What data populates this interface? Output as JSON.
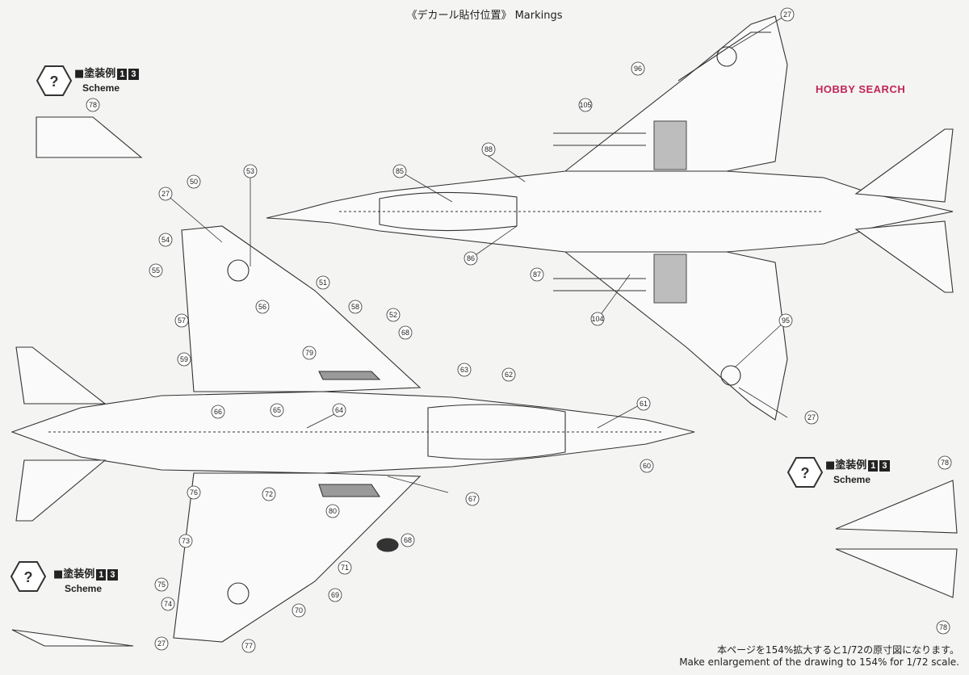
{
  "title": "《デカール貼付位置》 Markings",
  "scheme_labels": [
    {
      "label": "■塗装例",
      "badges": [
        "1",
        "3"
      ],
      "sub": "Scheme"
    },
    {
      "label": "■塗装例",
      "badges": [
        "1",
        "3"
      ],
      "sub": "Scheme"
    },
    {
      "label": "■塗装例",
      "badges": [
        "1",
        "3"
      ],
      "sub": "Scheme"
    }
  ],
  "callouts": [
    "27",
    "96",
    "105",
    "88",
    "85",
    "86",
    "87",
    "104",
    "95",
    "27",
    "50",
    "53",
    "27",
    "54",
    "55",
    "56",
    "57",
    "59",
    "51",
    "58",
    "52",
    "68",
    "79",
    "63",
    "62",
    "61",
    "60",
    "66",
    "65",
    "64",
    "76",
    "72",
    "73",
    "80",
    "67",
    "68",
    "71",
    "75",
    "74",
    "69",
    "70",
    "77",
    "27",
    "78",
    "78",
    "78"
  ],
  "notes": {
    "jp": "本ページを154%拡大すると1/72の原寸図になります。",
    "en": "Make enlargement of the drawing to 154% for 1/72 scale."
  },
  "watermark": "HOBBY SEARCH",
  "colors": {
    "line": "#333333",
    "shade": "#9a9a9a",
    "paper": "#f4f4f2"
  }
}
